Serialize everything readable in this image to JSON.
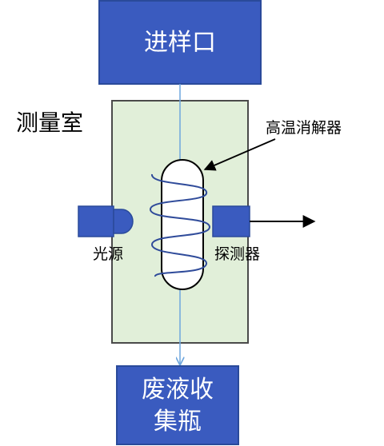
{
  "labels": {
    "inlet": "进样口",
    "chamber": "测量室",
    "digester": "高温消解器",
    "light_source": "光源",
    "detector": "探测器",
    "waste_line1": "废液收",
    "waste_line2": "集瓶"
  },
  "colors": {
    "box_fill": "#3a5bbf",
    "box_stroke": "#2a4a9a",
    "chamber_fill": "#e1efd9",
    "chamber_stroke": "#4a4a4a",
    "flow_line": "#6ea6dd",
    "coil": "#2f4b9a",
    "arrow": "#000000"
  }
}
